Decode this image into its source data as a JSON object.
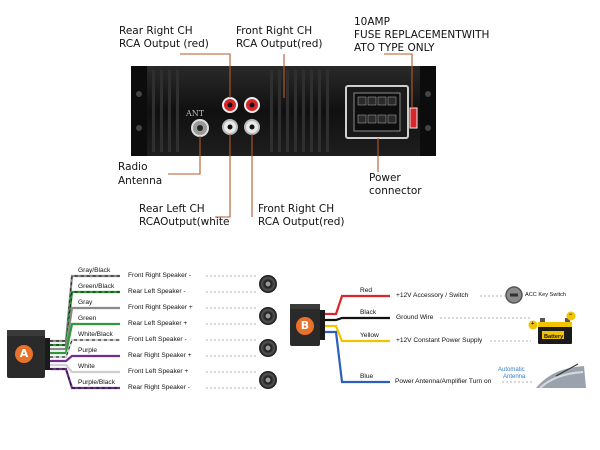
{
  "head_unit": {
    "ant_label": "ANT",
    "callouts": {
      "rear_right": [
        "Rear Right CH",
        "RCA Output (red)"
      ],
      "front_right_top": [
        "Front Right CH",
        "RCA Output(red)"
      ],
      "fuse": [
        "10AMP",
        "FUSE REPLACEMENTWITH",
        "ATO TYPE ONLY"
      ],
      "radio_antenna": [
        "Radio",
        "Antenna"
      ],
      "power_connector": [
        "Power",
        "connector"
      ],
      "rear_left": [
        "Rear Left CH",
        "RCAOutput(white"
      ],
      "front_right_bottom": [
        "Front Right CH",
        "RCA Output(red)"
      ]
    }
  },
  "connector_a": {
    "badge": "A",
    "wires": [
      {
        "color_name": "Gray/Black",
        "color": "#8a8a8a",
        "stripe": "#111111",
        "speaker": "Front Right Speaker -"
      },
      {
        "color_name": "Green/Black",
        "color": "#2e9a3a",
        "stripe": "#111111",
        "speaker": "Rear Left Speaker -"
      },
      {
        "color_name": "Gray",
        "color": "#8a8a8a",
        "stripe": "",
        "speaker": "Front Right Speaker +"
      },
      {
        "color_name": "Green",
        "color": "#2e9a3a",
        "stripe": "",
        "speaker": "Rear Left Speaker +"
      },
      {
        "color_name": "White/Black",
        "color": "#cfcfcf",
        "stripe": "#111111",
        "speaker": "Front Left Speaker -"
      },
      {
        "color_name": "Purple",
        "color": "#6f2f8f",
        "stripe": "",
        "speaker": "Rear Right Speaker +"
      },
      {
        "color_name": "White",
        "color": "#cfcfcf",
        "stripe": "",
        "speaker": "Front Left Speaker +"
      },
      {
        "color_name": "Purple/Black",
        "color": "#6f2f8f",
        "stripe": "#111111",
        "speaker": "Rear Right Speaker -"
      }
    ]
  },
  "connector_b": {
    "badge": "B",
    "wires": [
      {
        "color_name": "Red",
        "color": "#d8262a",
        "function": "+12V Accessory / Switch"
      },
      {
        "color_name": "Black",
        "color": "#111111",
        "function": "Ground Wire"
      },
      {
        "color_name": "Yellow",
        "color": "#f2c400",
        "function": "+12V Constant Power Supply"
      },
      {
        "color_name": "Blue",
        "color": "#2b5fb8",
        "function": "Power Antenna/Amplifier Turn on"
      }
    ],
    "icons": {
      "acc_key": "ACC Key Switch",
      "battery": "Battery",
      "battery_plus": "+",
      "battery_minus": "−",
      "antenna": [
        "Automatic",
        "Antenna"
      ]
    }
  },
  "colors": {
    "callout_line": "#b55a2a",
    "badge": "#e8722a",
    "rca_red": "#d8262a"
  }
}
